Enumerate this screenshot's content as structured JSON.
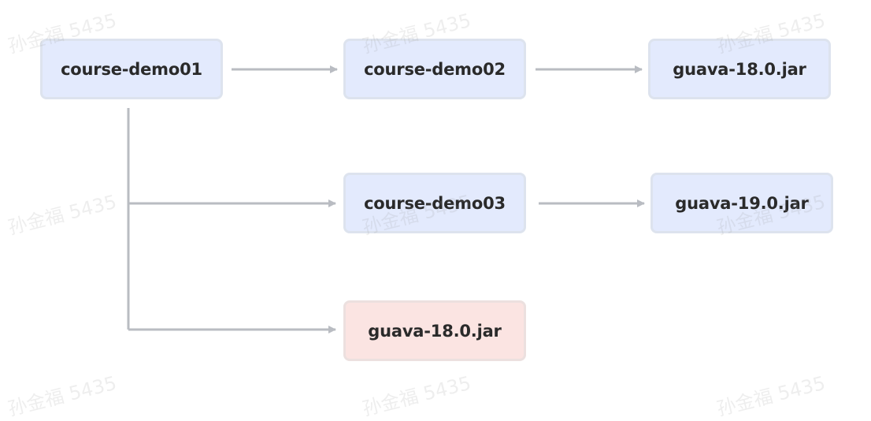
{
  "nodes": {
    "demo01": "course-demo01",
    "demo02": "course-demo02",
    "demo03": "course-demo03",
    "guava18_top": "guava-18.0.jar",
    "guava19": "guava-19.0.jar",
    "guava18_conflict": "guava-18.0.jar"
  },
  "watermark": "孙金福 5435",
  "colors": {
    "node_fill": "#e3eafd",
    "node_border": "#dde3ee",
    "conflict_fill": "#fbe4e2",
    "connector": "#b9bcc2"
  }
}
